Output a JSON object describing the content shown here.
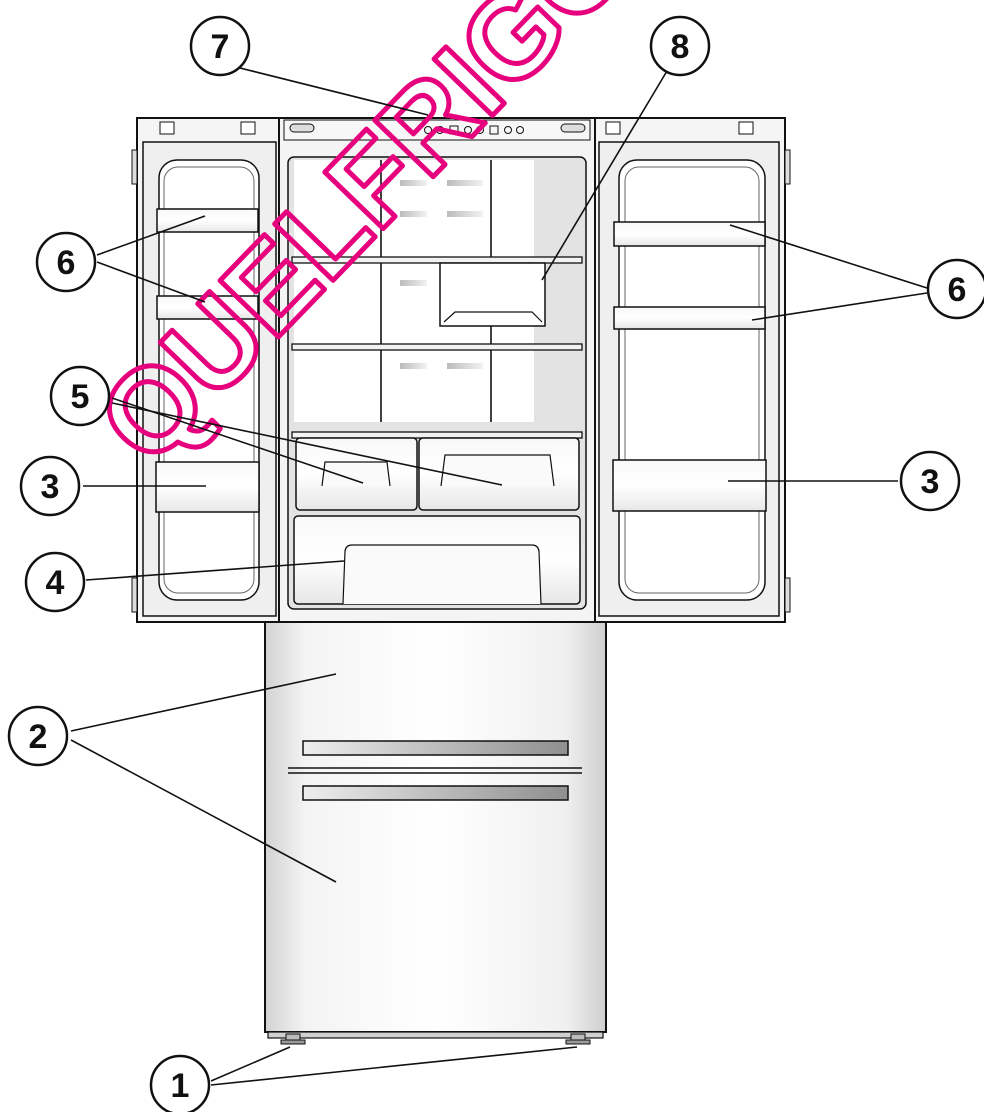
{
  "callouts": [
    {
      "id": "c7",
      "label": "7"
    },
    {
      "id": "c8",
      "label": "8"
    },
    {
      "id": "c6l",
      "label": "6"
    },
    {
      "id": "c6r",
      "label": "6"
    },
    {
      "id": "c5",
      "label": "5"
    },
    {
      "id": "c3l",
      "label": "3"
    },
    {
      "id": "c3r",
      "label": "3"
    },
    {
      "id": "c4",
      "label": "4"
    },
    {
      "id": "c2",
      "label": "2"
    },
    {
      "id": "c1",
      "label": "1"
    }
  ],
  "watermark": {
    "text": "QUELFRIGO.C",
    "color": "#e6007e"
  },
  "colors": {
    "outline": "#111111",
    "interior": "#e4e4e4",
    "door": "#f2f2f2"
  }
}
